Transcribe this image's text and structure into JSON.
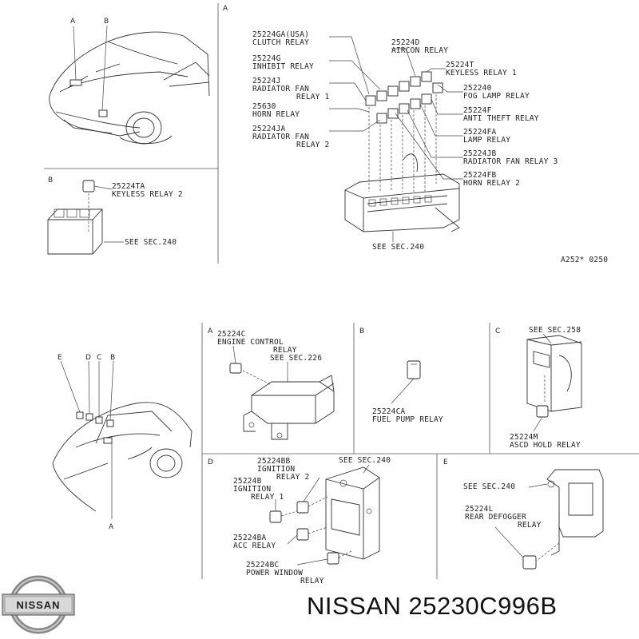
{
  "top": {
    "section_labels": {
      "a": "A",
      "b": "B"
    },
    "car_markers": {
      "a": "A",
      "b": "B"
    },
    "relay_parts": {
      "p1": {
        "code": "25224GA(USA)",
        "name": "CLUTCH RELAY"
      },
      "p2": {
        "code": "25224G",
        "name": "INHIBIT RELAY"
      },
      "p3": {
        "code": "25224J",
        "name1": "RADIATOR FAN",
        "name2": "RELAY 1"
      },
      "p4": {
        "code": "25630",
        "name": "HORN RELAY"
      },
      "p5": {
        "code": "25224JA",
        "name1": "RADIATOR FAN",
        "name2": "RELAY 2"
      },
      "p6": {
        "code": "25224D",
        "name": "AIRCON RELAY"
      },
      "p7": {
        "code": "25224T",
        "name": "KEYLESS RELAY 1"
      },
      "p8": {
        "code": "252240",
        "name": "FOG LAMP RELAY"
      },
      "p9": {
        "code": "25224F",
        "name": "ANTI THEFT RELAY"
      },
      "p10": {
        "code": "25224FA",
        "name": "LAMP RELAY"
      },
      "p11": {
        "code": "25224JB",
        "name": "RADIATOR FAN RELAY 3"
      },
      "p12": {
        "code": "25224FB",
        "name": "HORN RELAY 2"
      }
    },
    "fuse_block_ref": "SEE SEC.240",
    "keyless2": {
      "code": "25224TA",
      "name": "KEYLESS RELAY 2"
    },
    "keyless2_ref": "SEE SEC.240",
    "figure_code": "A252* 0250"
  },
  "bottom": {
    "car_markers": {
      "e": "E",
      "d": "D",
      "c": "C",
      "b": "B",
      "a": "A"
    },
    "panel_a": {
      "label": "A",
      "code": "25224C",
      "name1": "ENGINE CONTROL",
      "name2": "RELAY",
      "ref": "SEE SEC.226"
    },
    "panel_b": {
      "label": "B",
      "code": "25224CA",
      "name": "FUEL PUMP RELAY"
    },
    "panel_c": {
      "label": "C",
      "ref": "SEE SEC.258",
      "code": "25224M",
      "name": "ASCD HOLD RELAY"
    },
    "panel_d": {
      "label": "D",
      "ref": "SEE SEC.240",
      "bb": {
        "code": "25224BB",
        "name1": "IGNITION",
        "name2": "RELAY 2"
      },
      "b": {
        "code": "25224B",
        "name1": "IGNITION",
        "name2": "RELAY 1"
      },
      "ba": {
        "code": "25224BA",
        "name": "ACC RELAY"
      },
      "bc": {
        "code": "25224BC",
        "name1": "POWER WINDOW",
        "name2": "RELAY"
      }
    },
    "panel_e": {
      "label": "E",
      "ref": "SEE SEC.240",
      "code": "25224L",
      "name1": "REAR DEFOGGER",
      "name2": "RELAY"
    }
  },
  "brand": {
    "logo_text": "NISSAN",
    "caption": "NISSAN 25230C996B"
  }
}
